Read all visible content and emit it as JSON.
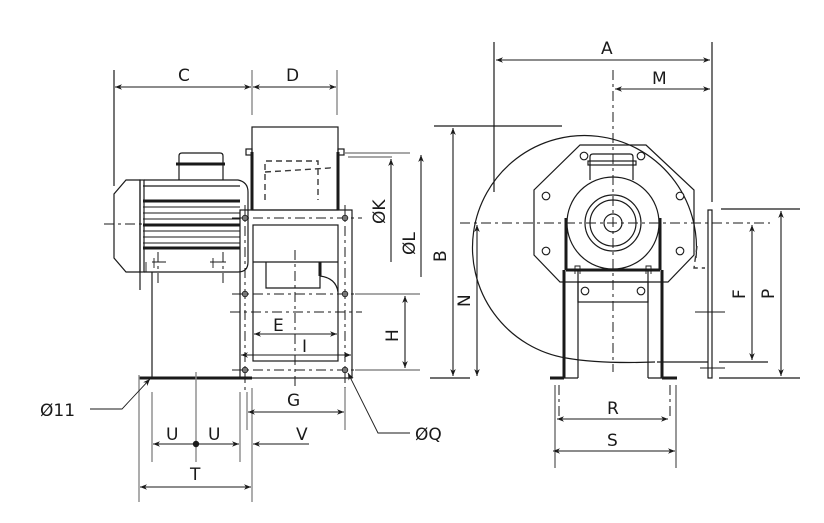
{
  "drawing": {
    "title": "Centrifugal fan dimensional drawing",
    "views": [
      "side-view",
      "front-view"
    ],
    "labels": {
      "A": "A",
      "B": "B",
      "C": "C",
      "D": "D",
      "E": "E",
      "F": "F",
      "G": "G",
      "H": "H",
      "I": "I",
      "K": "ØK",
      "L": "ØL",
      "M": "M",
      "N": "N",
      "P": "P",
      "Q": "ØQ",
      "R": "R",
      "S": "S",
      "T": "T",
      "U1": "U",
      "U2": "U",
      "V": "V",
      "hole11": "Ø11"
    }
  }
}
